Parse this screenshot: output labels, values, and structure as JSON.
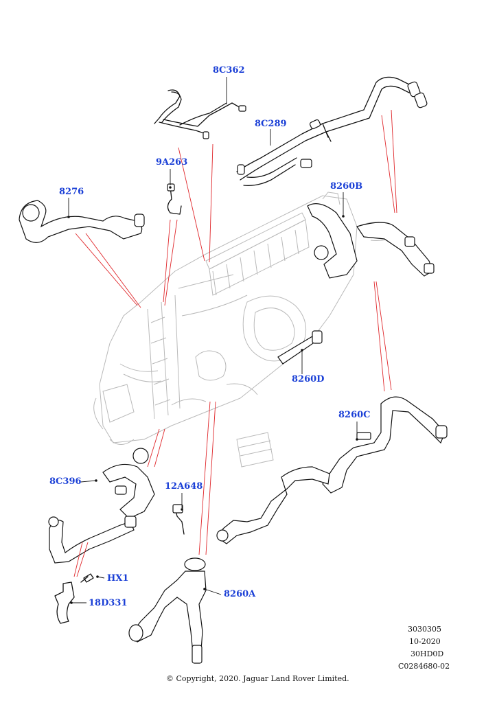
{
  "callouts": {
    "c_8c362": "8C362",
    "c_8c289": "8C289",
    "c_9a263": "9A263",
    "c_8276": "8276",
    "c_8260b": "8260B",
    "c_8260d": "8260D",
    "c_8260c": "8260C",
    "c_8c396": "8C396",
    "c_12a648": "12A648",
    "c_hx1": "HX1",
    "c_18d331": "18D331",
    "c_8260a": "8260A"
  },
  "reference": {
    "line1": "3030305",
    "line2": "10-2020",
    "line3": "30HD0D",
    "line4": "C0284680-02"
  },
  "copyright": "© Copyright, 2020. Jaguar Land Rover Limited.",
  "colors": {
    "callout": "#1a3fd6",
    "leader": "#e0262a",
    "ghost": "#b9b9b9"
  }
}
